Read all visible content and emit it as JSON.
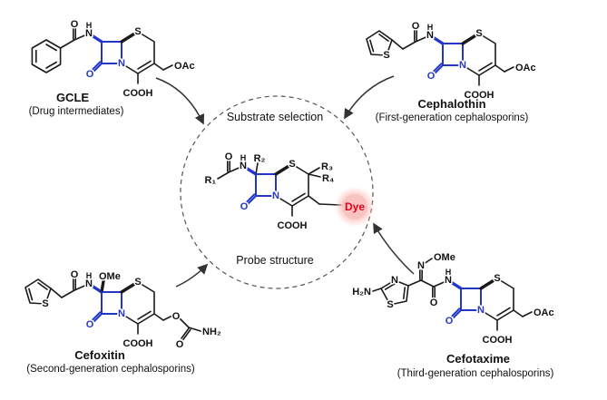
{
  "atoms": {
    "O": "O",
    "N": "N",
    "S": "S",
    "H": "H",
    "COOH": "COOH",
    "OAc": "OAc",
    "OMe": "OMe",
    "NH2": "NH₂",
    "H2N": "H₂N"
  },
  "center": {
    "substrate": "Substrate selection",
    "probe_label": "Probe structure",
    "dye": "Dye",
    "R1": "R₁",
    "R2": "R₂",
    "R3": "R₃",
    "R4": "R₄"
  },
  "molecules": {
    "gcle": {
      "name": "GCLE",
      "desc": "(Drug intermediates)"
    },
    "cephalothin": {
      "name": "Cephalothin",
      "desc": "(First-generation cephalosporins)"
    },
    "cefoxitin": {
      "name": "Cefoxitin",
      "desc": "(Second-generation cephalosporins)"
    },
    "cefotaxime": {
      "name": "Cefotaxime",
      "desc": "(Third-generation cephalosporins)"
    }
  },
  "colors": {
    "lactam_blue": "#2336cb",
    "dye_red": "#e8001d",
    "bond_black": "#1a1a1a"
  }
}
